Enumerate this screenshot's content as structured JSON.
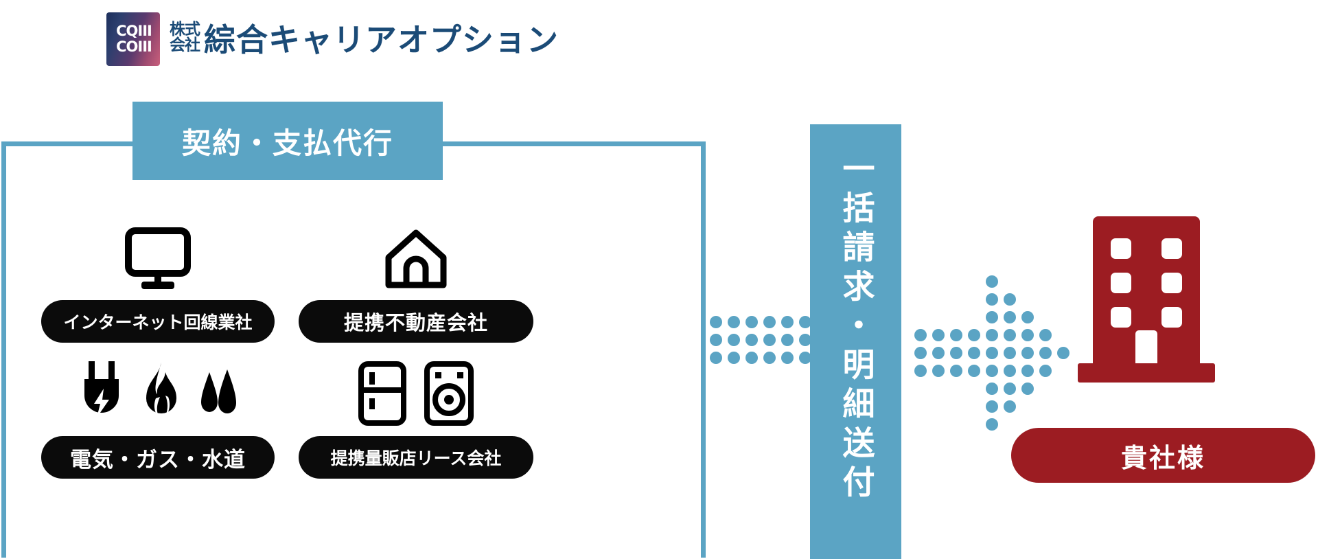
{
  "logo": {
    "mark_line1": "CQIII",
    "mark_line2": "COIII",
    "prefix_line1": "株式",
    "prefix_line2": "会社",
    "company_name": "綜合キャリアオプション",
    "brand_color": "#1b4b77",
    "mark_gradient_from": "#1d2f5c",
    "mark_gradient_to": "#c95f7c"
  },
  "left_panel": {
    "header_label": "契約・支払代行",
    "accent_color": "#5ba4c4",
    "border_color": "#5ba4c4",
    "cells": [
      {
        "id": "internet",
        "icons": [
          "monitor-icon"
        ],
        "label": "インターネット回線業社"
      },
      {
        "id": "realestate",
        "icons": [
          "house-icon"
        ],
        "label": "提携不動産会社"
      },
      {
        "id": "utilities",
        "icons": [
          "plug-icon",
          "flame-icon",
          "water-drop-icon"
        ],
        "label": "電気・ガス・水道"
      },
      {
        "id": "retail-lease",
        "icons": [
          "refrigerator-icon",
          "washing-machine-icon"
        ],
        "label": "提携量販店リース会社"
      }
    ],
    "pill_color": "#0b0b0b"
  },
  "flow": {
    "vertical_bar_label": "一括請求・明細送付",
    "vertical_bar_color": "#5ba4c4",
    "dot_color": "#5ba4c4",
    "left_dot_block": {
      "columns": 7,
      "rows": 3
    },
    "right_arrow": {
      "type": "dotted-arrow-right"
    }
  },
  "right_panel": {
    "building_icon": "office-building-icon",
    "building_color": "#9c1c22",
    "label": "貴社様",
    "pill_color": "#9c1c22"
  }
}
